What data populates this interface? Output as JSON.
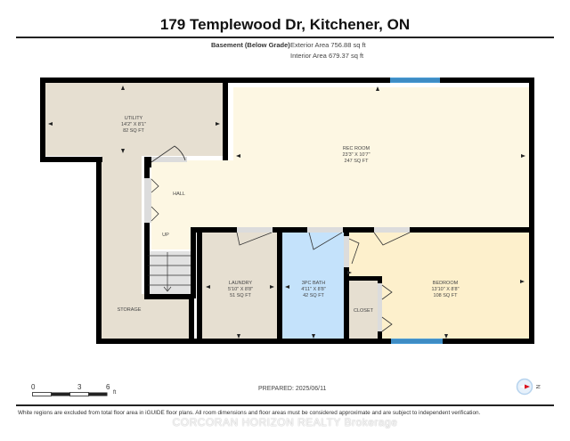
{
  "header": {
    "title": "179 Templewood Dr, Kitchener, ON",
    "level": "Basement (Below Grade)",
    "exterior_area": "Exterior Area 756.88 sq ft",
    "interior_area": "Interior Area 679.37 sq ft"
  },
  "rooms": {
    "utility": {
      "name": "UTILITY",
      "dims": "14'2\" x 8'1\"",
      "area": "82 sq ft"
    },
    "rec_room": {
      "name": "REC ROOM",
      "dims": "23'3\" x 10'7\"",
      "area": "247 sq ft"
    },
    "hall": {
      "name": "HALL"
    },
    "up": {
      "name": "UP"
    },
    "storage": {
      "name": "STORAGE"
    },
    "laundry": {
      "name": "LAUNDRY",
      "dims": "5'10\" x 8'8\"",
      "area": "51 sq ft"
    },
    "bath": {
      "name": "3PC BATH",
      "dims": "4'11\" x 8'8\"",
      "area": "42 sq ft"
    },
    "closet": {
      "name": "CLOSET"
    },
    "bedroom": {
      "name": "BEDROOM",
      "dims": "13'10\" x 8'8\"",
      "area": "108 sq ft"
    }
  },
  "colors": {
    "wall": "#000000",
    "utility_fill": "#e6dfd1",
    "hall_fill": "#fdf7e3",
    "bath_fill": "#c4e2fb",
    "bedroom_fill": "#fdf0cc",
    "window": "#4a9bd4",
    "compass_arrow": "#d9121f"
  },
  "scale": {
    "ticks": [
      "0",
      "3",
      "6"
    ],
    "unit": "ft"
  },
  "footer": {
    "prepared": "PREPARED: 2025/06/11",
    "disclaimer": "White regions are excluded from total floor area in iGUIDE floor plans. All room dimensions and floor areas must be considered approximate and are subject to independent verification.",
    "watermark": "CORCORAN HORIZON REALTY Brokerage",
    "compass_label": "N"
  }
}
